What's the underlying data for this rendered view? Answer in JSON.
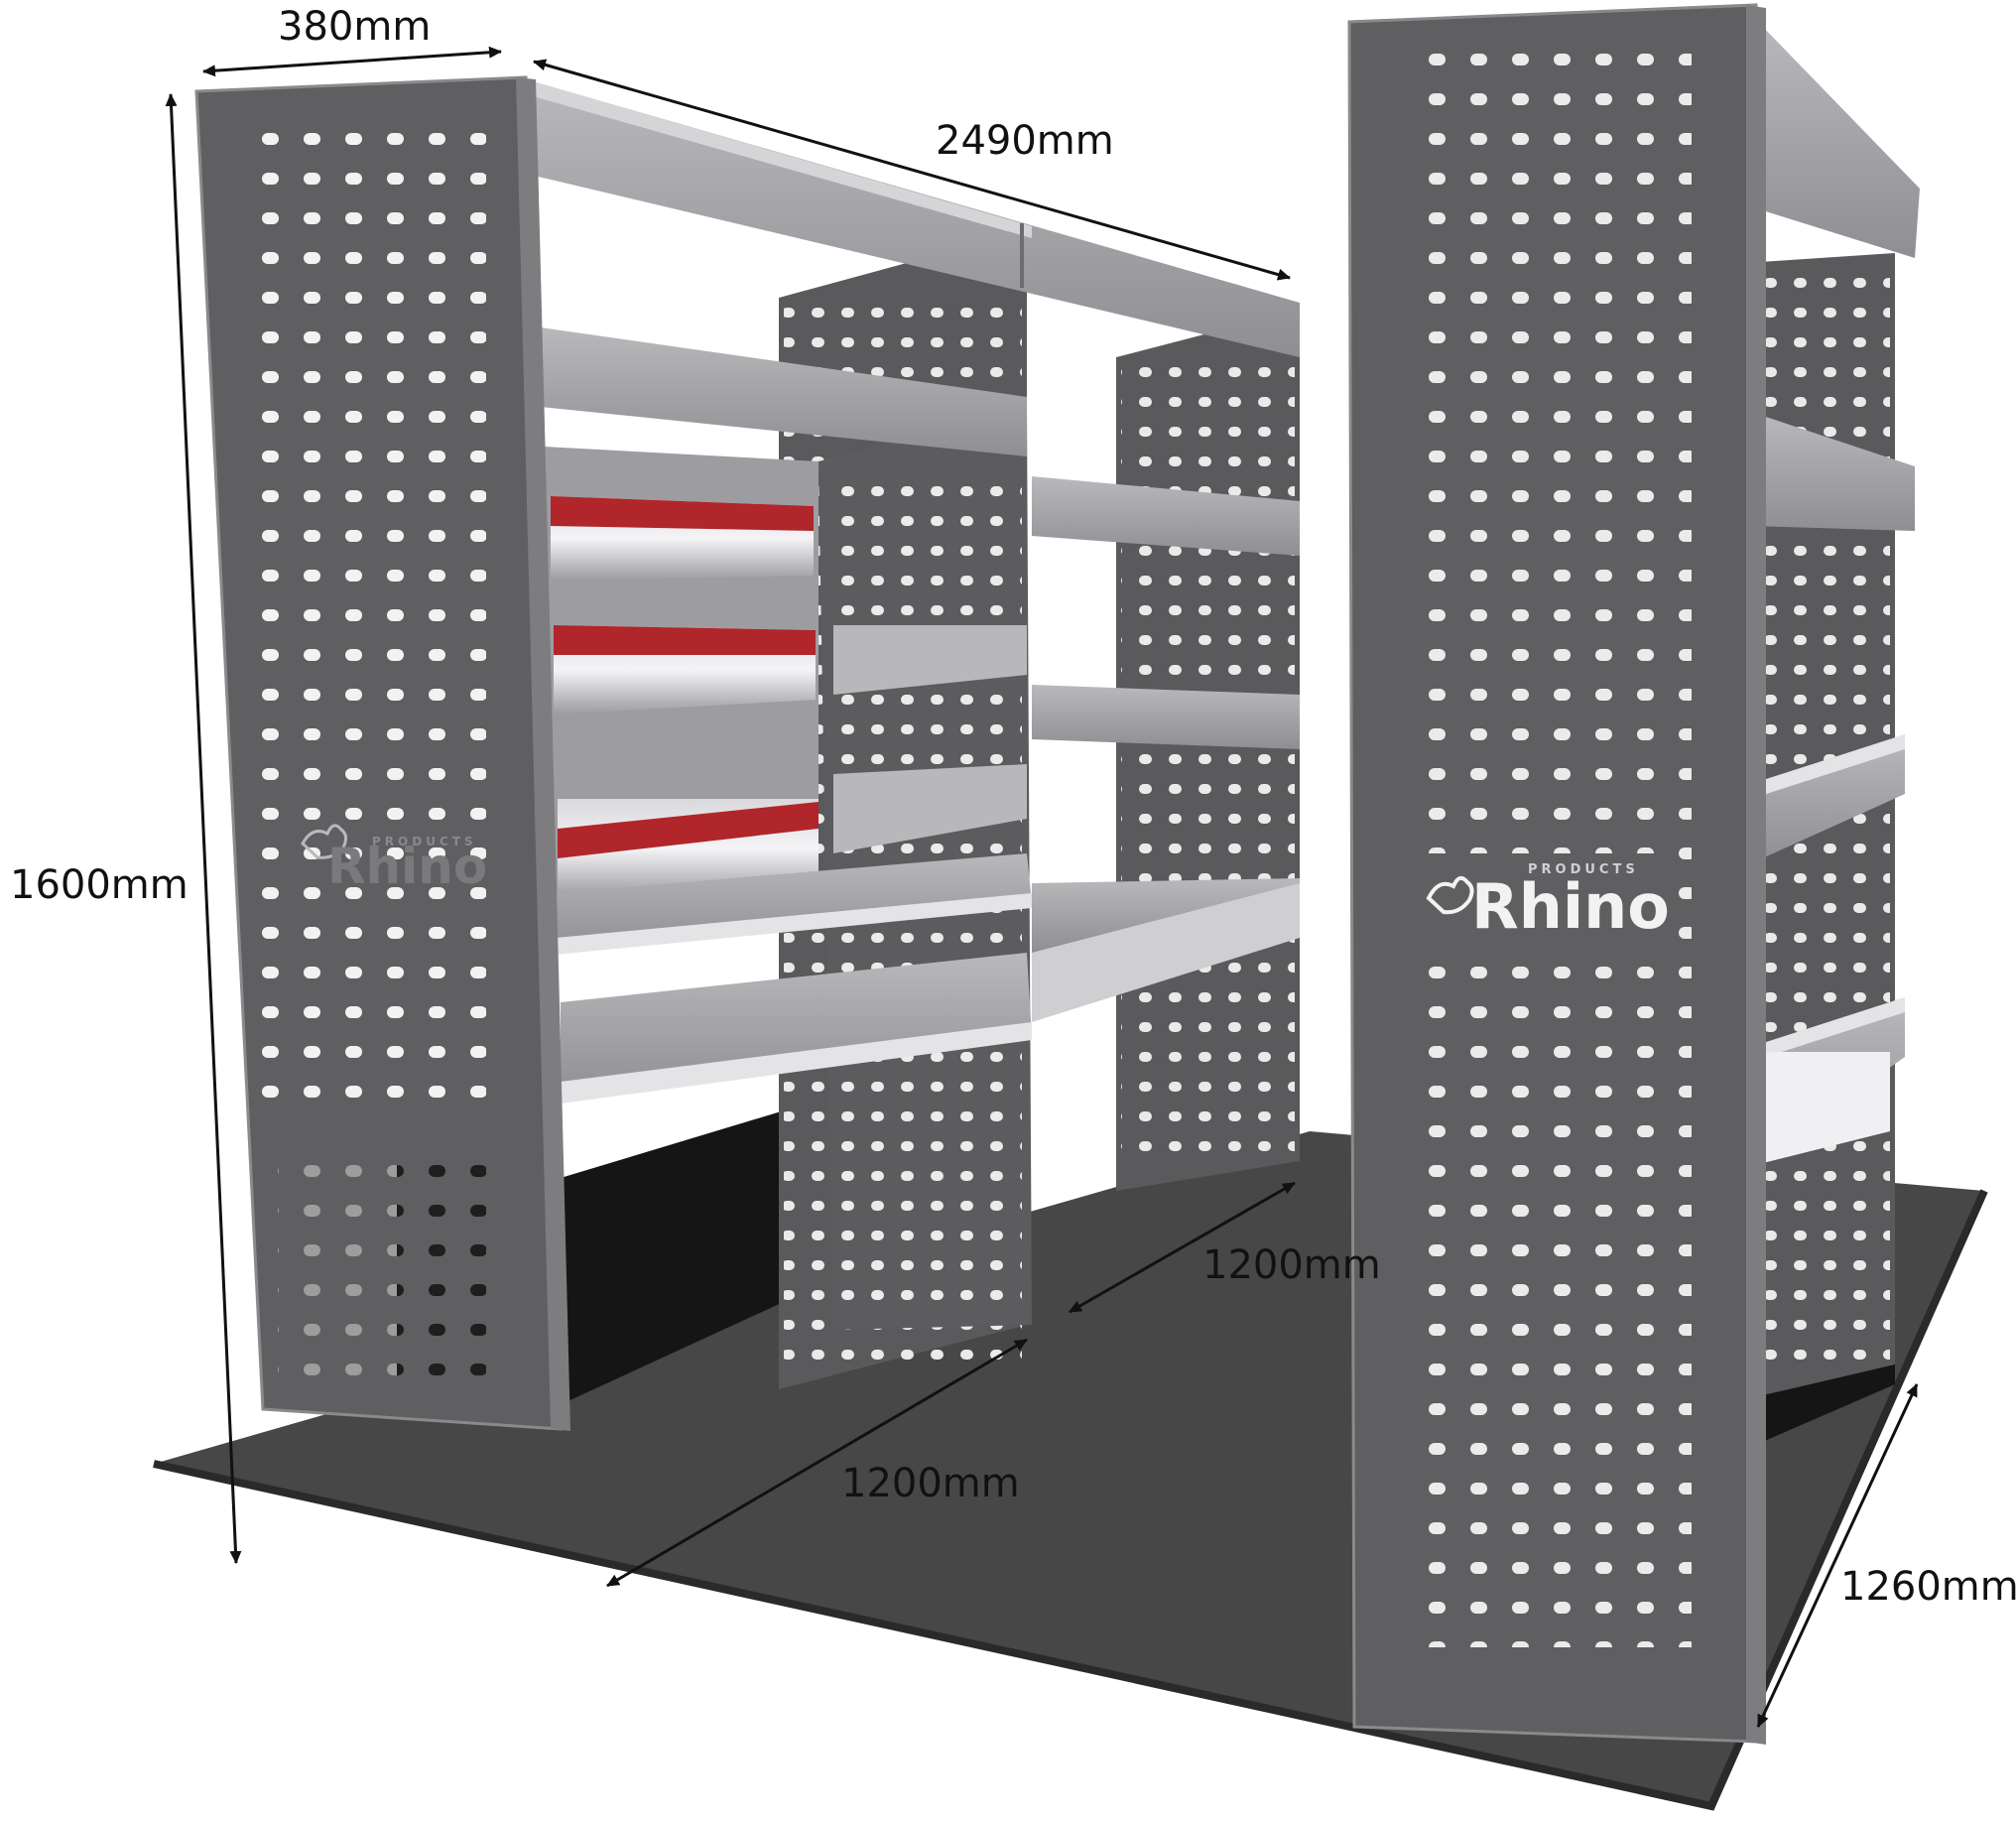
{
  "colors": {
    "background": "#ffffff",
    "floor": "#474747",
    "floor_edge": "#2a2a2a",
    "panel": "#5f5f61",
    "panel_dark": "#4a4a4c",
    "panel_edge": "#8a8a8c",
    "shelf": "#a3a3a6",
    "shelf_light": "#c9c9cc",
    "shelf_front": "#e4e4e6",
    "drawer": "#bdbdc0",
    "drawer_handle": "#b0262b",
    "hole": "#f2f2f2",
    "black_block": "#151515",
    "dimension_line": "#111111"
  },
  "dimensions": {
    "depth": "380mm",
    "length": "2490mm",
    "height": "1600mm",
    "bay_width_rear": "1200mm",
    "bay_width_front": "1200mm",
    "right_depth": "1260mm"
  },
  "logo": {
    "left_unit": "Rhino",
    "left_unit_small": "PRODUCTS",
    "right_unit": "Rhino",
    "right_unit_small": "PRODUCTS"
  },
  "icons": {
    "logo": "rhino-head-icon"
  }
}
